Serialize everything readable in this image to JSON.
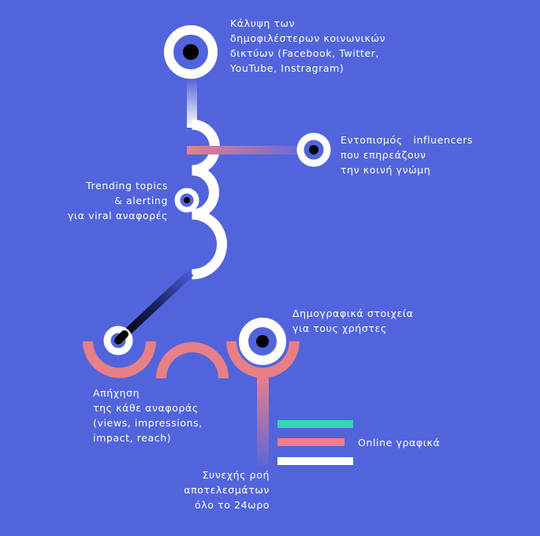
{
  "colors": {
    "background": "#5264dc",
    "white": "#ffffff",
    "pink": "#e97f86",
    "teal": "#33d6b0",
    "dot": "#000000"
  },
  "labels": {
    "coverage": "Κάλυψη των\nδημοφιλέστερων κοινωνικών\nδικτύων (Facebook, Twitter,\nYouTube, Instragram)",
    "influencers": "Εντοπισμός   influencers\nπου επηρεάζουν\nτην κοινή γνώμη",
    "trending": "Trending topics\n& alerting\nγια viral αναφορές",
    "demographics": "Δημογραφικά στοιχεία\nγια τους χρήστες",
    "reach": "Απήχηση\nτης κάθε αναφοράς\n(views, impressions,\nimpact, reach)",
    "online": "Online γραφικά",
    "stream": "Συνεχής ροή\nαποτελεσμάτων\nόλο το 24ωρο"
  }
}
